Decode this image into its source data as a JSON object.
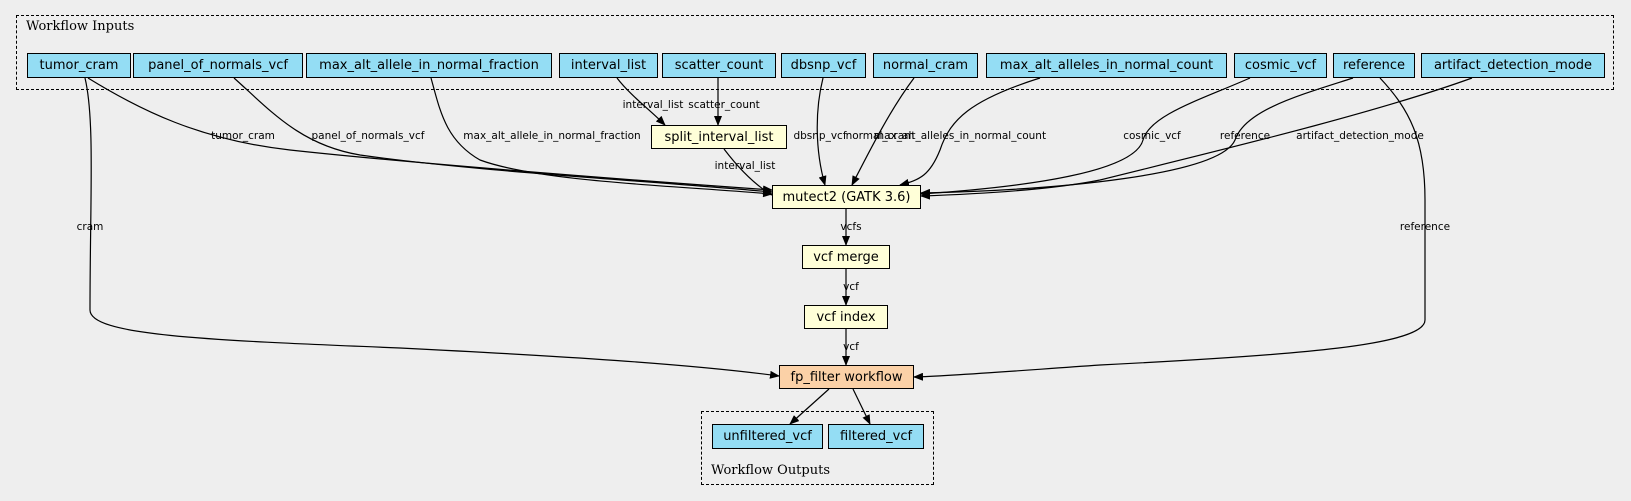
{
  "clusters": {
    "inputs_label": "Workflow Inputs",
    "outputs_label": "Workflow Outputs"
  },
  "inputs": [
    {
      "id": "tumor_cram",
      "label": "tumor_cram"
    },
    {
      "id": "panel_of_normals_vcf",
      "label": "panel_of_normals_vcf"
    },
    {
      "id": "max_alt_allele_in_normal_fraction",
      "label": "max_alt_allele_in_normal_fraction"
    },
    {
      "id": "interval_list",
      "label": "interval_list"
    },
    {
      "id": "scatter_count",
      "label": "scatter_count"
    },
    {
      "id": "dbsnp_vcf",
      "label": "dbsnp_vcf"
    },
    {
      "id": "normal_cram",
      "label": "normal_cram"
    },
    {
      "id": "max_alt_alleles_in_normal_count",
      "label": "max_alt_alleles_in_normal_count"
    },
    {
      "id": "cosmic_vcf",
      "label": "cosmic_vcf"
    },
    {
      "id": "reference",
      "label": "reference"
    },
    {
      "id": "artifact_detection_mode",
      "label": "artifact_detection_mode"
    }
  ],
  "steps": [
    {
      "id": "split_interval_list",
      "label": "split_interval_list",
      "kind": "step"
    },
    {
      "id": "mutect2",
      "label": "mutect2 (GATK 3.6)",
      "kind": "step"
    },
    {
      "id": "vcf_merge",
      "label": "vcf merge",
      "kind": "step"
    },
    {
      "id": "vcf_index",
      "label": "vcf index",
      "kind": "step"
    },
    {
      "id": "fp_filter",
      "label": "fp_filter workflow",
      "kind": "subworkflow"
    }
  ],
  "outputs": [
    {
      "id": "unfiltered_vcf",
      "label": "unfiltered_vcf"
    },
    {
      "id": "filtered_vcf",
      "label": "filtered_vcf"
    }
  ],
  "edges": [
    {
      "from": "interval_list",
      "to": "split_interval_list",
      "label": "interval_list"
    },
    {
      "from": "scatter_count",
      "to": "split_interval_list",
      "label": "scatter_count"
    },
    {
      "from": "tumor_cram",
      "to": "mutect2",
      "label": "tumor_cram"
    },
    {
      "from": "panel_of_normals_vcf",
      "to": "mutect2",
      "label": "panel_of_normals_vcf"
    },
    {
      "from": "max_alt_allele_in_normal_fraction",
      "to": "mutect2",
      "label": "max_alt_allele_in_normal_fraction"
    },
    {
      "from": "split_interval_list",
      "to": "mutect2",
      "label": "interval_list"
    },
    {
      "from": "dbsnp_vcf",
      "to": "mutect2",
      "label": "dbsnp_vcf"
    },
    {
      "from": "normal_cram",
      "to": "mutect2",
      "label": "normal_cram"
    },
    {
      "from": "max_alt_alleles_in_normal_count",
      "to": "mutect2",
      "label": "max_alt_alleles_in_normal_count"
    },
    {
      "from": "cosmic_vcf",
      "to": "mutect2",
      "label": "cosmic_vcf"
    },
    {
      "from": "reference",
      "to": "mutect2",
      "label": "reference"
    },
    {
      "from": "artifact_detection_mode",
      "to": "mutect2",
      "label": "artifact_detection_mode"
    },
    {
      "from": "mutect2",
      "to": "vcf_merge",
      "label": "vcfs"
    },
    {
      "from": "vcf_merge",
      "to": "vcf_index",
      "label": "vcf"
    },
    {
      "from": "vcf_index",
      "to": "fp_filter",
      "label": "vcf"
    },
    {
      "from": "tumor_cram",
      "to": "fp_filter",
      "label": "cram"
    },
    {
      "from": "reference",
      "to": "fp_filter",
      "label": "reference"
    },
    {
      "from": "fp_filter",
      "to": "unfiltered_vcf",
      "label": ""
    },
    {
      "from": "fp_filter",
      "to": "filtered_vcf",
      "label": ""
    }
  ],
  "colors": {
    "background": "#eeeeee",
    "io_node": "#94ddf4",
    "step_node": "#ffffd8",
    "subworkflow_node": "#fbd1a7"
  }
}
